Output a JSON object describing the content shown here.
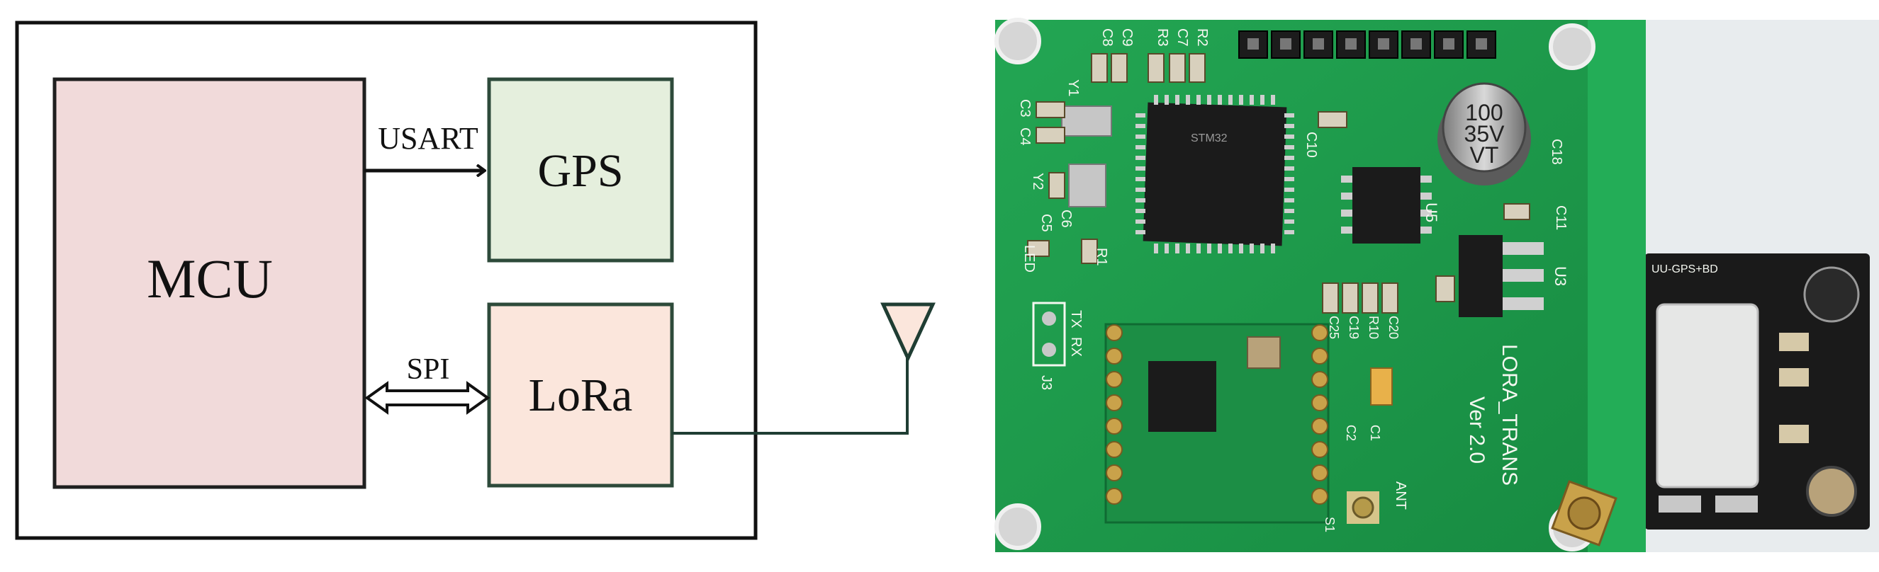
{
  "diagram": {
    "blocks": {
      "mcu": "MCU",
      "gps": "GPS",
      "lora": "LoRa"
    },
    "links": {
      "usart": "USART",
      "spi": "SPI"
    },
    "colors": {
      "mcu_fill": "#f1dada",
      "gps_fill": "#e5efdd",
      "lora_fill": "#fbe6dc",
      "block_stroke": "#1f1f1f",
      "module_stroke": "#2d4a3a",
      "wire": "#1f3d33"
    }
  },
  "photo": {
    "title": "LORA_TRANS",
    "version": "Ver 2.0",
    "capacitor_marking": [
      "100",
      "35V",
      "VT"
    ],
    "daughterboard_label": "UU-GPS+BD",
    "silkscreen": {
      "c8": "C8",
      "c9": "C9",
      "r3": "R3",
      "c7": "C7",
      "r2": "R2",
      "c3": "C3",
      "c4": "C4",
      "y1": "Y1",
      "y2": "Y2",
      "c6": "C6",
      "c5": "C5",
      "led": "LED",
      "r1": "R1",
      "c10": "C10",
      "u5": "U5",
      "c18": "C18",
      "c11": "C11",
      "u3": "U3",
      "c25": "C25",
      "c19": "C19",
      "r10": "R10",
      "c20": "C20",
      "tx": "TX",
      "rx": "RX",
      "j3": "J3",
      "c2": "C2",
      "c1": "C1",
      "s1": "S1",
      "ant": "ANT"
    },
    "colors": {
      "pcb": "#1d9a4a",
      "pcb_dark": "#13783a",
      "daughter": "#1a1a1a",
      "gold": "#c9a24a"
    }
  }
}
